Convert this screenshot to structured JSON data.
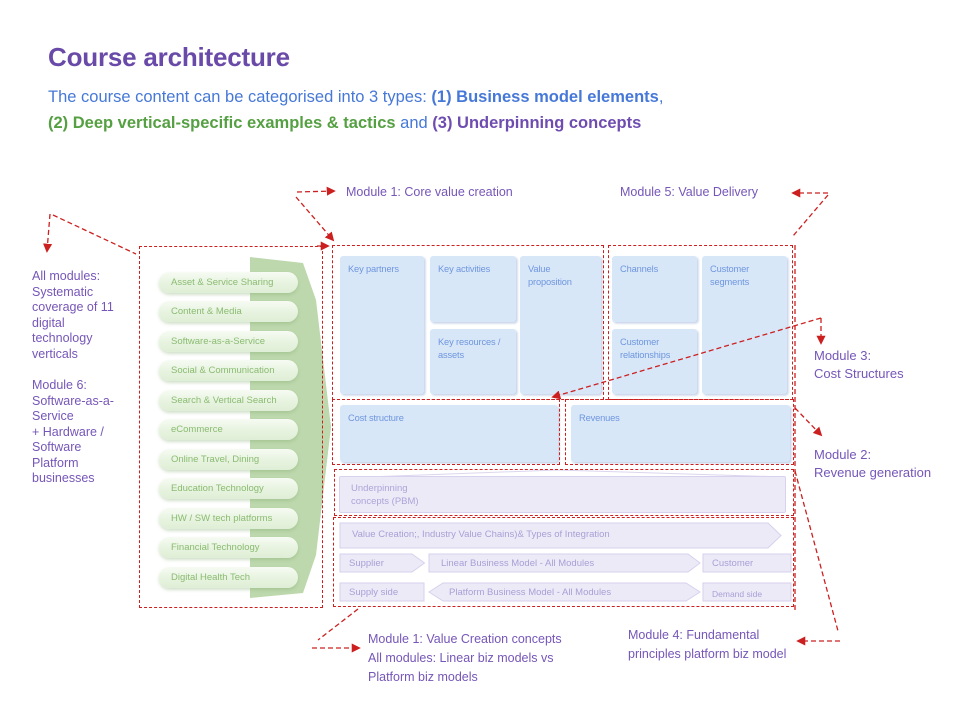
{
  "header": {
    "title": "Course architecture",
    "subtitle": {
      "intro": "The course content can be categorised into 3 types: ",
      "type1": "(1) Business model elements",
      "comma": ",",
      "type2": "(2) Deep vertical-specific examples & tactics",
      "and_word": " and ",
      "type3": "(3) Underpinning concepts"
    }
  },
  "verticals": {
    "items": [
      "Asset & Service Sharing",
      "Content & Media",
      "Software-as-a-Service",
      "Social & Communication",
      "Search & Vertical Search",
      "eCommerce",
      "Online Travel, Dining",
      "Education Technology",
      "HW / SW tech platforms",
      "Financial Technology",
      "Digital Health Tech"
    ]
  },
  "canvas": {
    "key_partners": "Key partners",
    "key_activities": "Key activities",
    "key_resources": "Key resources / assets",
    "value_proposition": "Value proposition",
    "channels": "Channels",
    "customer_relationships": "Customer relationships",
    "customer_segments": "Customer segments",
    "cost_structure": "Cost structure",
    "revenues": "Revenues"
  },
  "underpinning": {
    "label": "Underpinning\nconcepts (PBM)"
  },
  "platform": {
    "value_creation": "Value Creation;,  Industry Value Chains)& Types of Integration",
    "supplier": "Supplier",
    "linear_model": "Linear Business Model - All Modules",
    "customer": "Customer",
    "supply_side": "Supply side",
    "platform_model": "Platform Business Model -  All Modules",
    "demand_side": "Demand side"
  },
  "annotations": {
    "all_modules": "All modules:\nSystematic\ncoverage of 11\ndigital\ntechnology\nverticals",
    "module6": "Module 6:\nSoftware-as-a-\nService\n+ Hardware /\nSoftware\nPlatform\nbusinesses",
    "module1_top": "Module 1: Core value creation",
    "module5_top": "Module 5: Value Delivery",
    "module3": "Module 3:\nCost Structures",
    "module2": "Module 2:\nRevenue generation",
    "module1_bottom": "Module 1: Value Creation concepts\nAll modules: Linear biz models vs\nPlatform biz models",
    "module4_bottom": "Module 4: Fundamental\nprinciples platform biz model"
  },
  "colors": {
    "title_purple": "#6a4aa8",
    "annotation_purple": "#7656b8",
    "subtitle_blue": "#4678d8",
    "subtitle_green": "#55a042",
    "canvas_box_fill": "#d8e7f8",
    "canvas_text_blue": "#6e96de",
    "vertical_pill_fill": "#e9f4e1",
    "vertical_text_green": "#8abb71",
    "chevron_green": "#bdd8ad",
    "lavender_fill": "#edeaf8",
    "lavender_text": "#a8a0d5",
    "dashed_red": "#cc2020"
  }
}
